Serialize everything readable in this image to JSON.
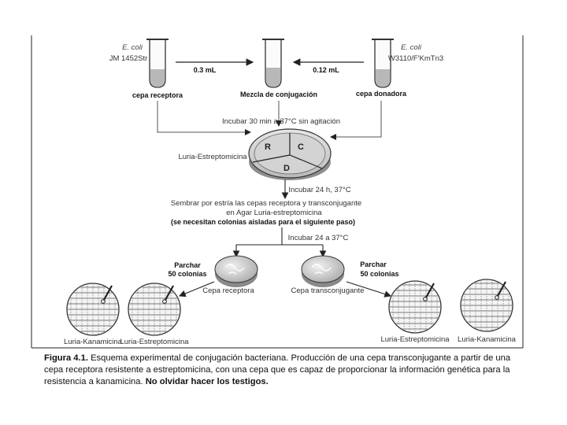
{
  "colors": {
    "line": "#555555",
    "tube_fill": "#b8b8b8",
    "plate_fill": "#d6d6d6",
    "grid_line": "#666666"
  },
  "tubes": {
    "left": {
      "organism": "E. coli",
      "strain": "JM 1452Str",
      "label": "cepa receptora"
    },
    "center": {
      "label": "Mezcla de conjugación"
    },
    "right": {
      "organism": "E. coli",
      "strain": "W3110/F'KmTn3",
      "label": "cepa donadora"
    }
  },
  "volumes": {
    "left": "0.3 mL",
    "right": "0.12 mL"
  },
  "steps": {
    "incubate1": "Incubar 30 min a 37°C sin agitación",
    "medium": "Luria-Estreptomicina",
    "incubate2": "Incubar 24 h, 37°C",
    "streak_line1": "Sembrar por estría las cepas receptora y transconjugante",
    "streak_line2": "en Agar Luria-estreptomicina",
    "streak_note": "(se necesitan colonias aisladas para el siguiente paso)",
    "incubate3": "Incubar 24 a 37°C"
  },
  "plate_sections": {
    "r": "R",
    "c": "C",
    "d": "D"
  },
  "branches": {
    "left": {
      "patch_line1": "Parchar",
      "patch_line2": "50 colonias",
      "plate_label": "Cepa receptora"
    },
    "right": {
      "patch_line1": "Parchar",
      "patch_line2": "50 colonias",
      "plate_label": "Cepa transconjugante"
    }
  },
  "grid_plates": {
    "left1": "Luria-Kanamicina",
    "left2": "Luria-Estreptomicina",
    "right1": "Luria-Estreptomicina",
    "right2": "Luria-Kanamicina"
  },
  "caption": {
    "figure_label": "Figura 4.1.",
    "text": " Esquema experimental de conjugación bacteriana. Producción de una cepa transconjugante a partir de una cepa receptora resistente a estreptomicina, con una cepa que es capaz de proporcionar la información genética para la resistencia a kanamicina. ",
    "emphasis": "No olvidar hacer los testigos."
  }
}
